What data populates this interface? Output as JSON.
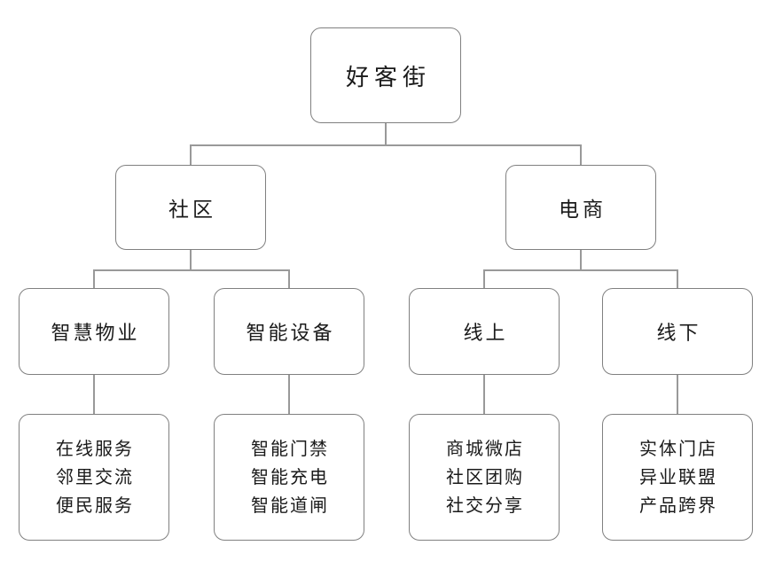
{
  "colors": {
    "line": "#999999",
    "box_border": "#808080",
    "text": "#1a1a1a",
    "background": "#ffffff"
  },
  "tree": {
    "root": {
      "label": "好客街"
    },
    "branches": [
      {
        "label": "社区"
      },
      {
        "label": "电商"
      }
    ],
    "categories": [
      {
        "label": "智慧物业"
      },
      {
        "label": "智能设备"
      },
      {
        "label": "线上"
      },
      {
        "label": "线下"
      }
    ],
    "leaves": [
      {
        "lines": [
          "在线服务",
          "邻里交流",
          "便民服务"
        ]
      },
      {
        "lines": [
          "智能门禁",
          "智能充电",
          "智能道闸"
        ]
      },
      {
        "lines": [
          "商城微店",
          "社区团购",
          "社交分享"
        ]
      },
      {
        "lines": [
          "实体门店",
          "异业联盟",
          "产品跨界"
        ]
      }
    ]
  }
}
